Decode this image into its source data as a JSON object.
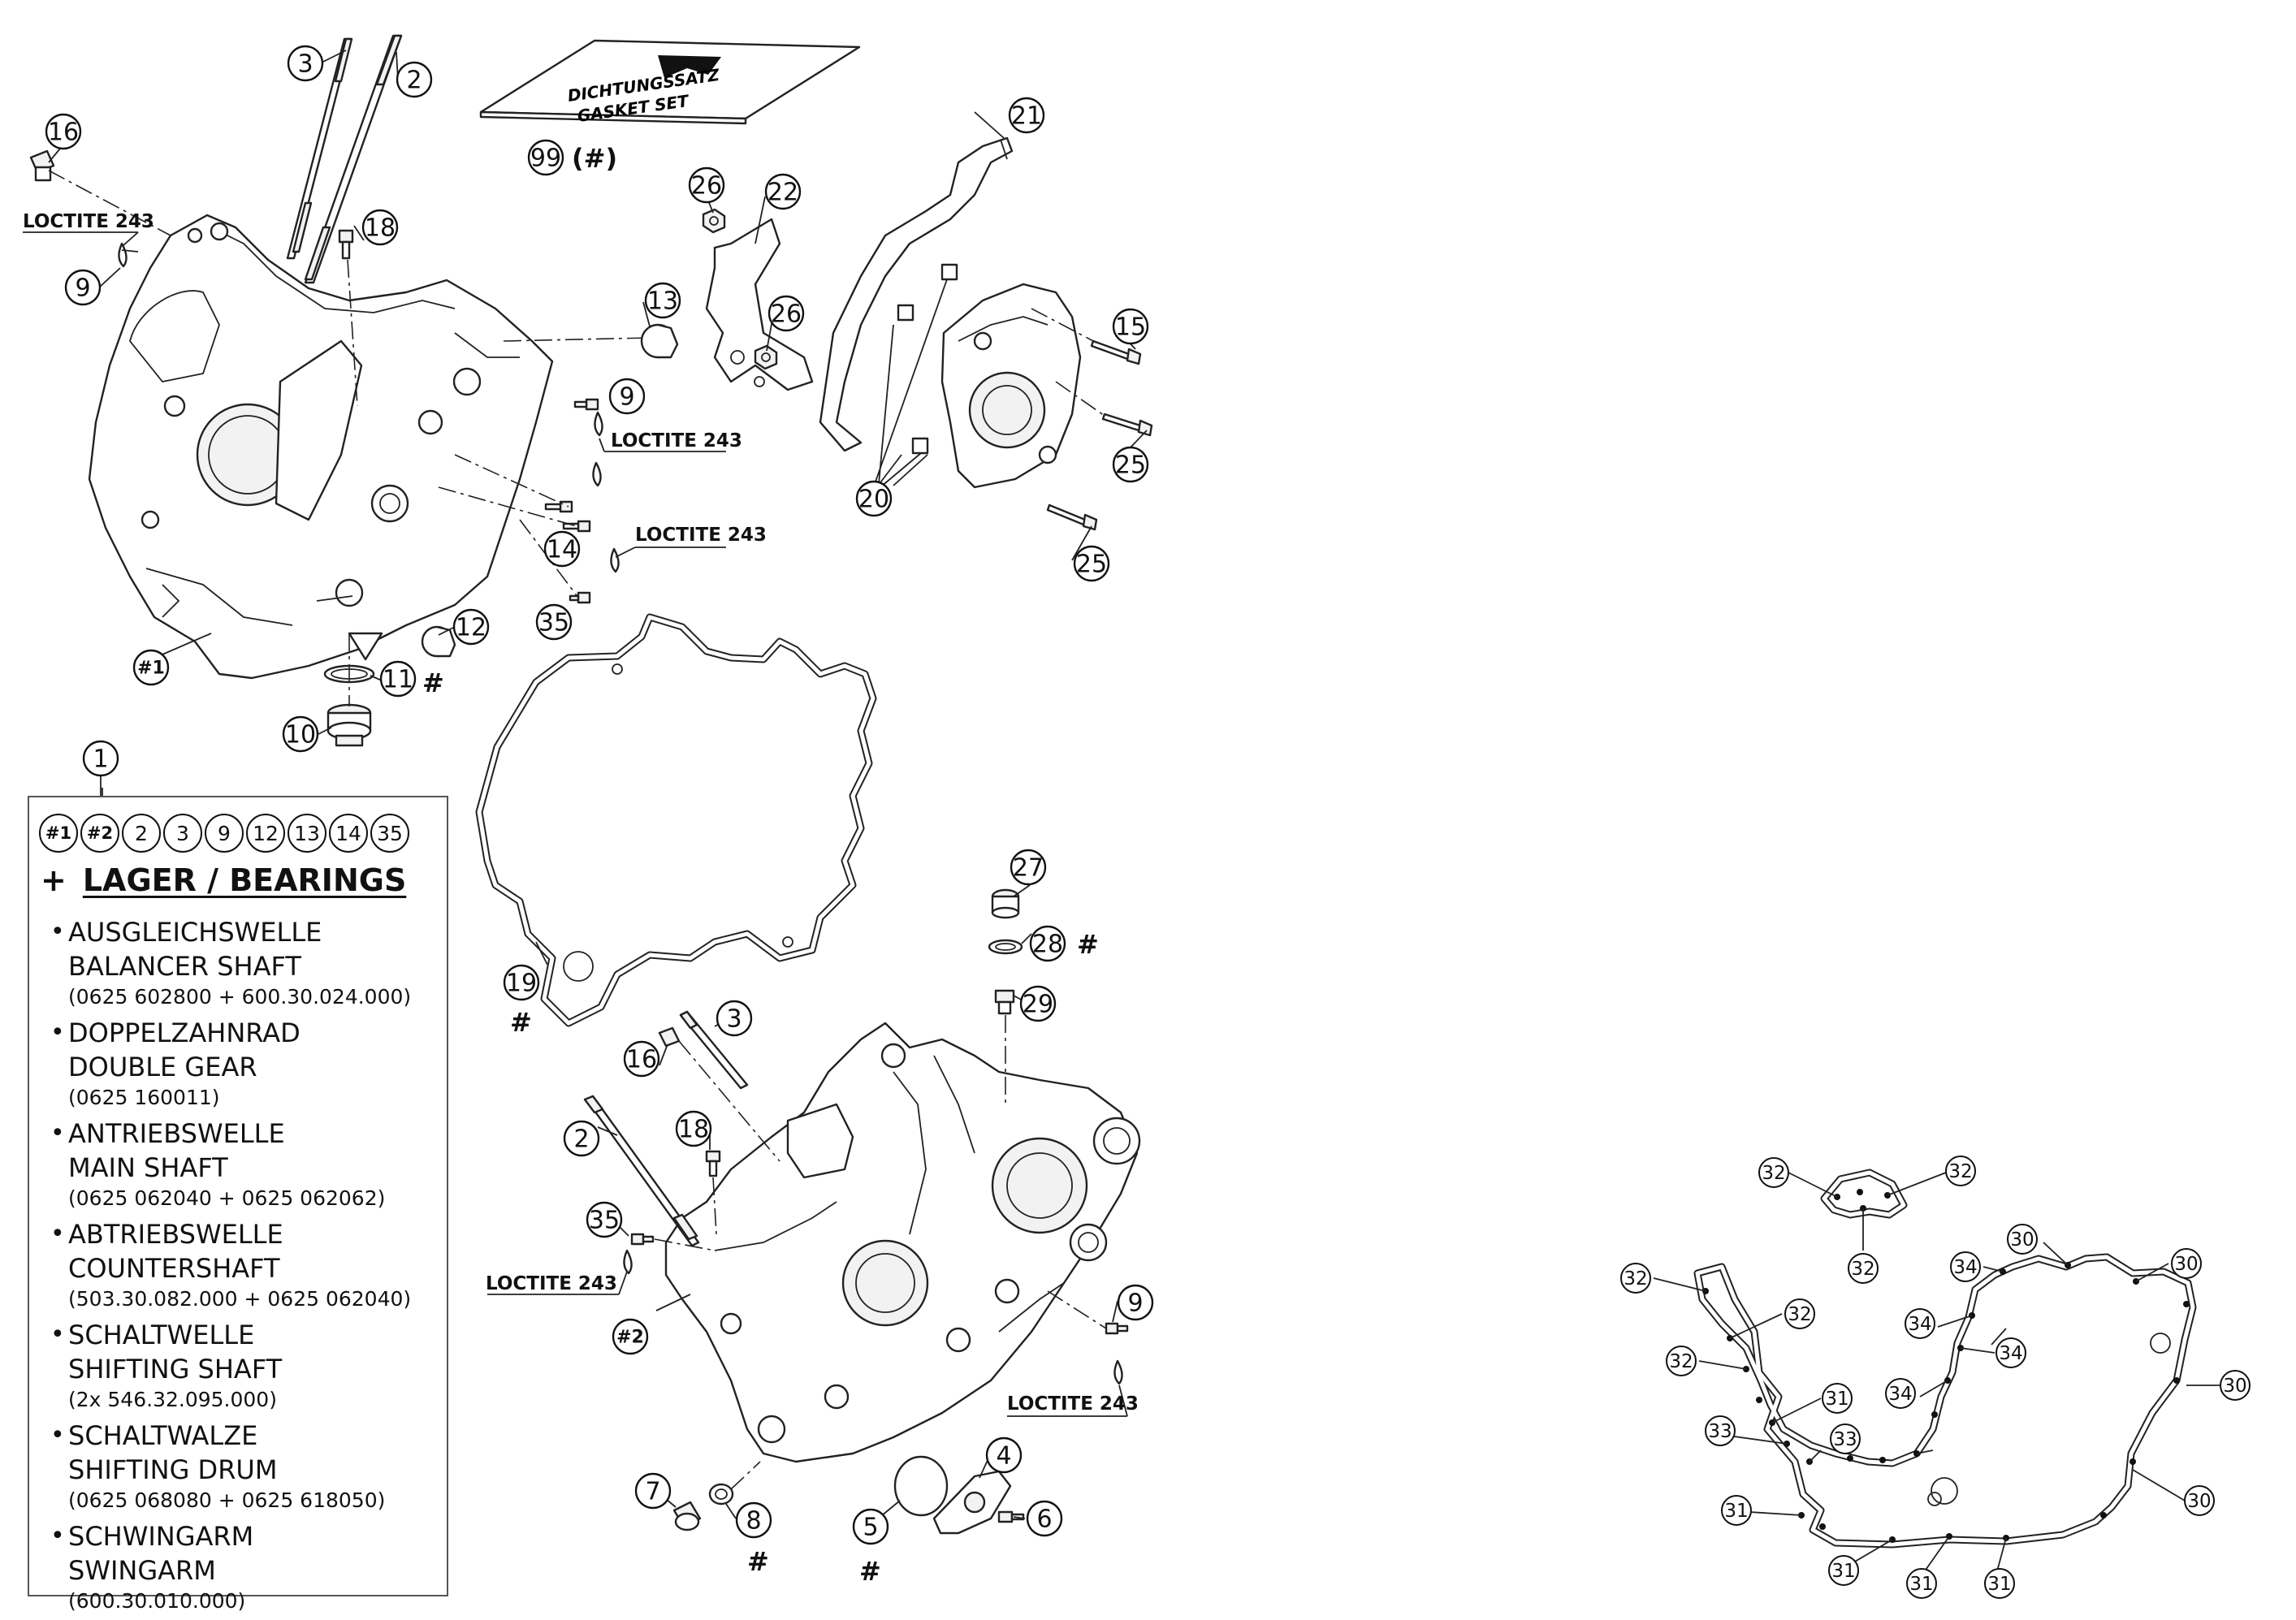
{
  "gasket_set": {
    "line1": "DICHTUNGSSATZ",
    "line2": "GASKET SET",
    "callout": "99",
    "mark": "(#)"
  },
  "loctite": "LOCTITE 243",
  "hash": "#",
  "callouts": {
    "c1": "1",
    "c2a": "2",
    "c2b": "2",
    "c3a": "3",
    "c3b": "3",
    "c4": "4",
    "c5": "5",
    "c6": "6",
    "c7": "7",
    "c8": "8",
    "c9a": "9",
    "c9b": "9",
    "c9c": "9",
    "c10": "10",
    "c11": "11",
    "c12": "12",
    "c13": "13",
    "c14": "14",
    "c15": "15",
    "c16a": "16",
    "c16b": "16",
    "c18a": "18",
    "c18b": "18",
    "c19": "19",
    "c20": "20",
    "c21": "21",
    "c22": "22",
    "c25a": "25",
    "c25b": "25",
    "c26a": "26",
    "c26b": "26",
    "c27": "27",
    "c28": "28",
    "c29": "29",
    "c35a": "35",
    "c35b": "35",
    "h1": "#1",
    "h2": "#2"
  },
  "gasket_points": {
    "p32a": "32",
    "p32b": "32",
    "p32c": "32",
    "p32d": "32",
    "p32e": "32",
    "p32f": "32",
    "p30a": "30",
    "p30b": "30",
    "p30c": "30",
    "p30d": "30",
    "p34a": "34",
    "p34b": "34",
    "p34c": "34",
    "p34d": "34",
    "p31a": "31",
    "p31b": "31",
    "p31c": "31",
    "p31d": "31",
    "p31e": "31",
    "p33a": "33",
    "p33b": "33"
  },
  "bearings_box": {
    "refs": [
      "#1",
      "#2",
      "2",
      "3",
      "9",
      "12",
      "13",
      "14",
      "35"
    ],
    "plus": "+",
    "title": "LAGER / BEARINGS",
    "items": [
      {
        "de": "AUSGLEICHSWELLE",
        "en": "BALANCER SHAFT",
        "pn": "(0625 602800 + 600.30.024.000)"
      },
      {
        "de": "DOPPELZAHNRAD",
        "en": "DOUBLE GEAR",
        "pn": "(0625 160011)"
      },
      {
        "de": "ANTRIEBSWELLE",
        "en": "MAIN SHAFT",
        "pn": "(0625 062040 + 0625 062062)"
      },
      {
        "de": "ABTRIEBSWELLE",
        "en": "COUNTERSHAFT",
        "pn": "(503.30.082.000 + 0625 062040)"
      },
      {
        "de": "SCHALTWELLE",
        "en": "SHIFTING SHAFT",
        "pn": "(2x  546.32.095.000)"
      },
      {
        "de": "SCHALTWALZE",
        "en": "SHIFTING DRUM",
        "pn": "(0625 068080 + 0625 618050)"
      },
      {
        "de": "SCHWINGARM",
        "en": "SWINGARM",
        "pn": "(600.30.010.000)"
      }
    ]
  }
}
